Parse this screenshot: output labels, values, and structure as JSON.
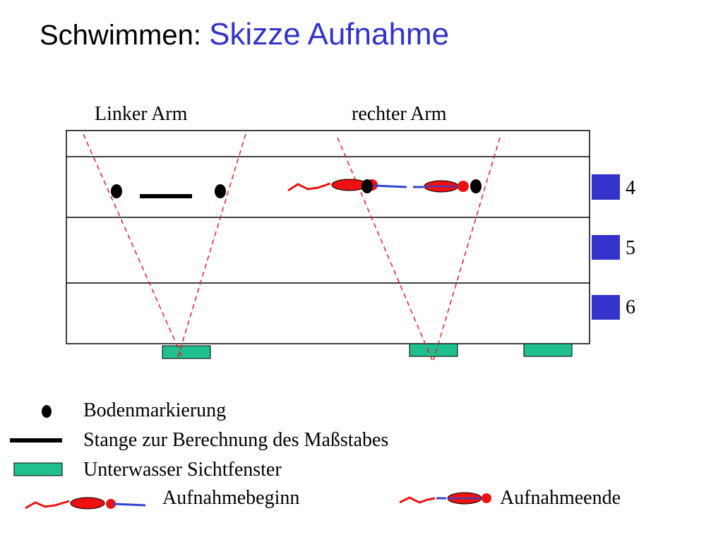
{
  "title": {
    "prefix": "Schwimmen:",
    "main": "Skizze Aufnahme"
  },
  "columns": {
    "left": "Linker Arm",
    "right": "rechter Arm"
  },
  "lanes": [
    "4",
    "5",
    "6"
  ],
  "legend": {
    "bodenmarkierung": "Bodenmarkierung",
    "stange": "Stange zur Berechnung des Maßstabes",
    "fenster": "Unterwasser Sichtfenster",
    "beginn": "Aufnahmebeginn",
    "ende": "Aufnahmeende"
  },
  "colors": {
    "title_accent": "#3333cc",
    "lane_marker": "#3333cc",
    "window": "#1fbf8f",
    "swimmer_body": "#ee1111",
    "arm_line": "#3344cc",
    "camera_line": "#dd2222"
  }
}
